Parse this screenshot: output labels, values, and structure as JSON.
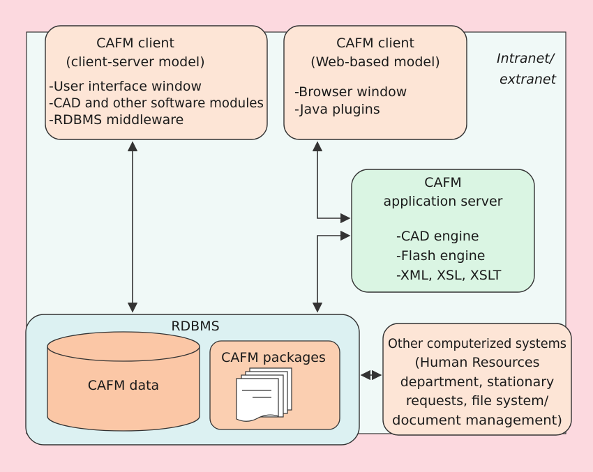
{
  "colors": {
    "page_background": "#fcd9df",
    "intranet_area": "#f0f9f7",
    "client_box_fill": "#fde5d6",
    "server_box_fill": "#daf5e3",
    "rdbms_box_fill": "#dcf1f2",
    "cylinder_fill": "#fbc7a6",
    "packages_fill": "#fbcfb1",
    "document_fill": "#ffffff",
    "stroke": "#333333"
  },
  "intranet": {
    "label_line1": "Intranet/",
    "label_line2": "extranet"
  },
  "client_server": {
    "title_line1": "CAFM client",
    "title_line2": "(client-server model)",
    "items": [
      "-User interface window",
      "-CAD and other software modules",
      "-RDBMS middleware"
    ]
  },
  "web_client": {
    "title_line1": "CAFM client",
    "title_line2": "(Web-based model)",
    "items": [
      "-Browser window",
      "-Java plugins"
    ]
  },
  "app_server": {
    "title_line1": "CAFM",
    "title_line2": "application server",
    "items": [
      "-CAD engine",
      "-Flash engine",
      "-XML, XSL, XSLT"
    ]
  },
  "rdbms": {
    "title": "RDBMS",
    "data_label": "CAFM data",
    "packages_label": "CAFM packages"
  },
  "other_systems": {
    "lines": [
      "Other computerized systems",
      "(Human Resources",
      "department, stationary",
      "requests, file system/",
      "document management)"
    ]
  },
  "icons": {
    "arrows": "double-headed-arrow",
    "database": "cylinder-icon",
    "documents": "document-stack-icon"
  }
}
